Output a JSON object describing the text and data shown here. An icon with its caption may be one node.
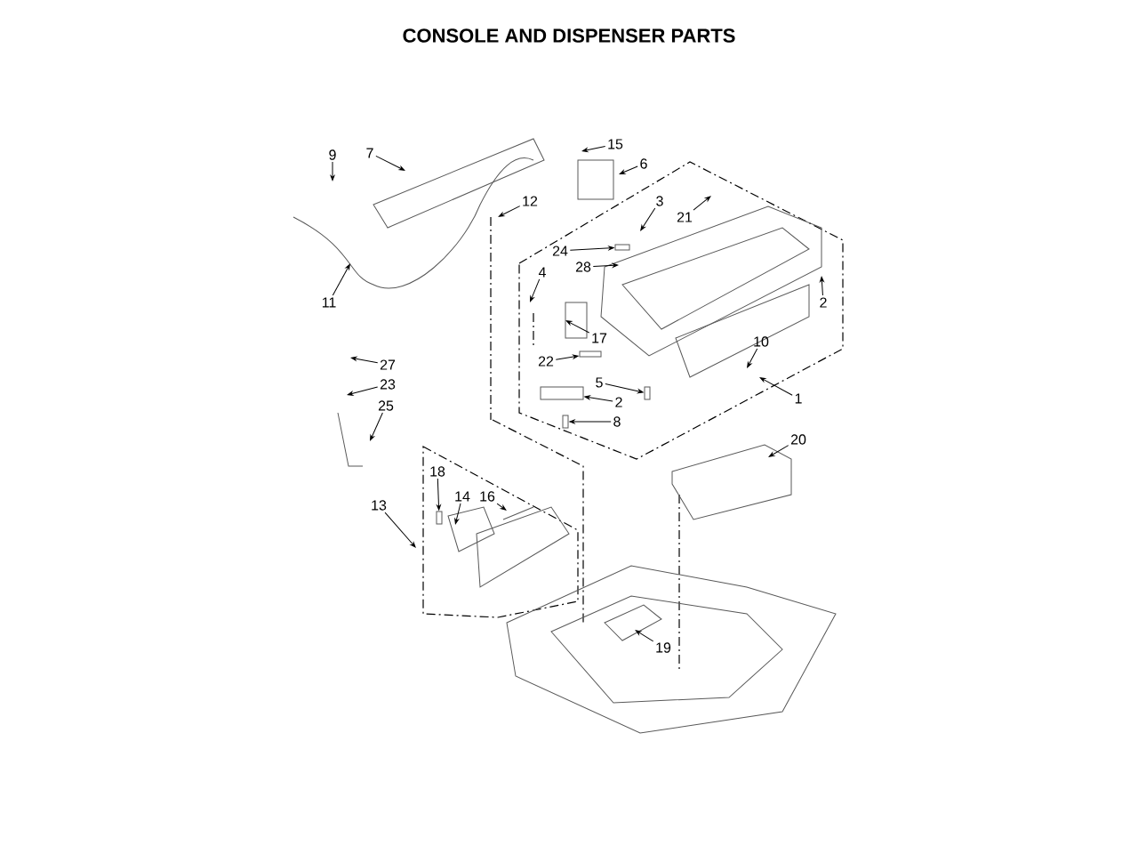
{
  "diagram": {
    "title": "CONSOLE AND DISPENSER PARTS",
    "nodes": [
      {
        "text": [
          "15"
        ]
      },
      {
        "text": [
          "7"
        ]
      },
      {
        "text": [
          "9"
        ]
      },
      {
        "text": [
          "6"
        ]
      },
      {
        "text": [
          "3"
        ]
      },
      {
        "text": [
          "12"
        ]
      },
      {
        "text": [
          "21"
        ]
      },
      {
        "text": [
          "24"
        ]
      },
      {
        "text": [
          "28"
        ]
      },
      {
        "text": [
          "4"
        ]
      },
      {
        "text": [
          "11"
        ]
      },
      {
        "text": [
          "2"
        ]
      },
      {
        "text": [
          "17"
        ]
      },
      {
        "text": [
          "10"
        ]
      },
      {
        "text": [
          "22"
        ]
      },
      {
        "text": [
          "27"
        ]
      },
      {
        "text": [
          "5"
        ]
      },
      {
        "text": [
          "23"
        ]
      },
      {
        "text": [
          "1"
        ]
      },
      {
        "text": [
          "2"
        ]
      },
      {
        "text": [
          "25"
        ]
      },
      {
        "text": [
          "8"
        ]
      },
      {
        "text": [
          "20"
        ]
      },
      {
        "text": [
          "18"
        ]
      },
      {
        "text": [
          "14"
        ]
      },
      {
        "text": [
          "16"
        ]
      },
      {
        "text": [
          "13"
        ]
      },
      {
        "text": [
          "19"
        ]
      },
      {
        "text": [],
        "shape": "box"
      },
      {
        "text": [],
        "shape": "box"
      },
      {
        "text": [],
        "shape": "box"
      },
      {
        "text": [],
        "shape": "box"
      },
      {
        "text": [],
        "shape": "box"
      },
      {
        "text": [],
        "shape": "box"
      }
    ],
    "edges": [
      {
        "from": 0,
        "to": null,
        "arrow": "to"
      },
      {
        "from": 1,
        "to": null,
        "arrow": "to"
      },
      {
        "from": 2,
        "to": null,
        "arrow": "to"
      },
      {
        "from": 3,
        "to": null,
        "arrow": "to"
      },
      {
        "from": 4,
        "to": null,
        "arrow": "to"
      },
      {
        "from": 5,
        "to": null,
        "arrow": "to"
      },
      {
        "from": 6,
        "to": null,
        "arrow": "to"
      },
      {
        "from": 7,
        "to": 28,
        "arrow": "to"
      },
      {
        "from": 8,
        "to": null,
        "arrow": "to"
      },
      {
        "from": 9,
        "to": null,
        "arrow": "to"
      },
      {
        "from": 10,
        "to": null,
        "arrow": "to"
      },
      {
        "from": 11,
        "to": null,
        "arrow": "to"
      },
      {
        "from": 12,
        "to": null,
        "arrow": "to"
      },
      {
        "from": 13,
        "to": null,
        "arrow": "to"
      },
      {
        "from": 14,
        "to": 29,
        "arrow": "to"
      },
      {
        "from": 15,
        "to": null,
        "arrow": "to"
      },
      {
        "from": 16,
        "to": 30,
        "arrow": "to"
      },
      {
        "from": 17,
        "to": null,
        "arrow": "to"
      },
      {
        "from": 18,
        "to": null,
        "arrow": "to"
      },
      {
        "from": 19,
        "to": 31,
        "arrow": "to"
      },
      {
        "from": 20,
        "to": null,
        "arrow": "to"
      },
      {
        "from": 21,
        "to": 32,
        "arrow": "to"
      },
      {
        "from": 22,
        "to": null,
        "arrow": "to"
      },
      {
        "from": 23,
        "to": 33,
        "arrow": "to"
      },
      {
        "from": 24,
        "to": null,
        "arrow": "to"
      },
      {
        "from": 25,
        "to": null,
        "arrow": "to"
      },
      {
        "from": 26,
        "to": null,
        "arrow": "to"
      },
      {
        "from": 27,
        "to": null,
        "arrow": "to"
      }
    ]
  }
}
